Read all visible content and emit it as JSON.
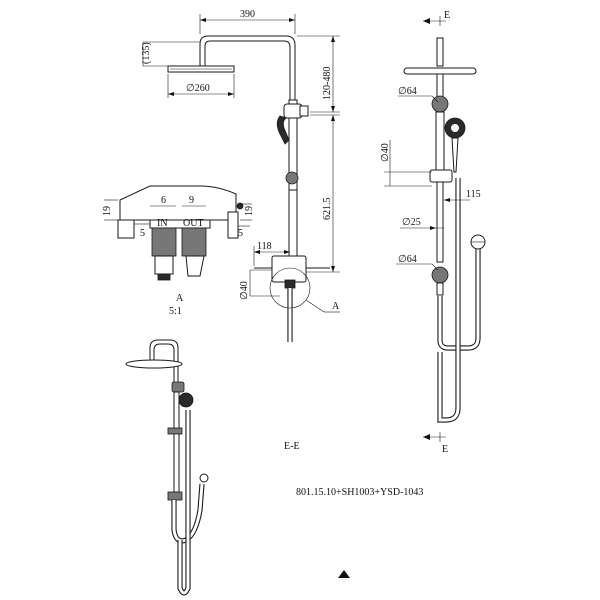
{
  "side_view": {
    "dim_width": "390",
    "dim_head_height": "(135)",
    "dim_arm_range": "120-480",
    "dim_head_diameter": "∅260",
    "dim_rail_length": "621.5",
    "dim_outlet_offset": "118",
    "dim_valve_diameter": "∅40",
    "callout_a": "A"
  },
  "detail_a": {
    "label": "A",
    "scale": "5:1",
    "dims": [
      "19",
      "6",
      "9",
      "19",
      "5",
      "5"
    ],
    "port_in": "IN",
    "port_out": "OUT"
  },
  "section_view": {
    "section_label_top": "E",
    "section_label_bottom": "E",
    "dim_bracket_top": "∅64",
    "dim_rail_diameter": "∅40",
    "dim_handle_offset": "115",
    "dim_tube_diameter": "∅25",
    "dim_bracket_bottom": "∅64",
    "view_caption": "E-E"
  },
  "model_code": "801.15.10+SH1003+YSD-1043"
}
